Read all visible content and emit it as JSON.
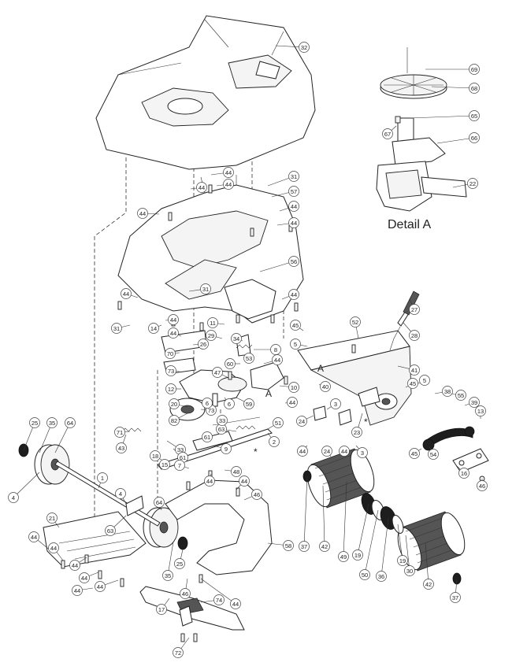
{
  "detail_title": "Detail A",
  "reference_letters": [
    "A",
    "A"
  ],
  "marker_symbols": [
    "*",
    "*"
  ],
  "callouts": [
    {
      "label": "32"
    },
    {
      "label": "69"
    },
    {
      "label": "68"
    },
    {
      "label": "65"
    },
    {
      "label": "67"
    },
    {
      "label": "66"
    },
    {
      "label": "22"
    },
    {
      "label": "44"
    },
    {
      "label": "44"
    },
    {
      "label": "44"
    },
    {
      "label": "31"
    },
    {
      "label": "57"
    },
    {
      "label": "44"
    },
    {
      "label": "44"
    },
    {
      "label": "44"
    },
    {
      "label": "56"
    },
    {
      "label": "44"
    },
    {
      "label": "31"
    },
    {
      "label": "44"
    },
    {
      "label": "44"
    },
    {
      "label": "31"
    },
    {
      "label": "14"
    },
    {
      "label": "44"
    },
    {
      "label": "11"
    },
    {
      "label": "29"
    },
    {
      "label": "34"
    },
    {
      "label": "45"
    },
    {
      "label": "5"
    },
    {
      "label": "52"
    },
    {
      "label": "27"
    },
    {
      "label": "28"
    },
    {
      "label": "70"
    },
    {
      "label": "26"
    },
    {
      "label": "8"
    },
    {
      "label": "60"
    },
    {
      "label": "53"
    },
    {
      "label": "44"
    },
    {
      "label": "73"
    },
    {
      "label": "47"
    },
    {
      "label": "41"
    },
    {
      "label": "12"
    },
    {
      "label": "59"
    },
    {
      "label": "6"
    },
    {
      "label": "10"
    },
    {
      "label": "40"
    },
    {
      "label": "5"
    },
    {
      "label": "45"
    },
    {
      "label": "38"
    },
    {
      "label": "55"
    },
    {
      "label": "39"
    },
    {
      "label": "13"
    },
    {
      "label": "20"
    },
    {
      "label": "73"
    },
    {
      "label": "6"
    },
    {
      "label": "44"
    },
    {
      "label": "82"
    },
    {
      "label": "63"
    },
    {
      "label": "51"
    },
    {
      "label": "71"
    },
    {
      "label": "33"
    },
    {
      "label": "61"
    },
    {
      "label": "3"
    },
    {
      "label": "24"
    },
    {
      "label": "44"
    },
    {
      "label": "23"
    },
    {
      "label": "54"
    },
    {
      "label": "45"
    },
    {
      "label": "24"
    },
    {
      "label": "44"
    },
    {
      "label": "3"
    },
    {
      "label": "16"
    },
    {
      "label": "46"
    },
    {
      "label": "25"
    },
    {
      "label": "35"
    },
    {
      "label": "64"
    },
    {
      "label": "43"
    },
    {
      "label": "33"
    },
    {
      "label": "61"
    },
    {
      "label": "9"
    },
    {
      "label": "2"
    },
    {
      "label": "18"
    },
    {
      "label": "15"
    },
    {
      "label": "7"
    },
    {
      "label": "48"
    },
    {
      "label": "44"
    },
    {
      "label": "44"
    },
    {
      "label": "4"
    },
    {
      "label": "1"
    },
    {
      "label": "4"
    },
    {
      "label": "37"
    },
    {
      "label": "42"
    },
    {
      "label": "49"
    },
    {
      "label": "19"
    },
    {
      "label": "50"
    },
    {
      "label": "36"
    },
    {
      "label": "19"
    },
    {
      "label": "30"
    },
    {
      "label": "42"
    },
    {
      "label": "37"
    },
    {
      "label": "21"
    },
    {
      "label": "63"
    },
    {
      "label": "64"
    },
    {
      "label": "46"
    },
    {
      "label": "58"
    },
    {
      "label": "44"
    },
    {
      "label": "44"
    },
    {
      "label": "44"
    },
    {
      "label": "44"
    },
    {
      "label": "44"
    },
    {
      "label": "44"
    },
    {
      "label": "35"
    },
    {
      "label": "25"
    },
    {
      "label": "46"
    },
    {
      "label": "44"
    },
    {
      "label": "74"
    },
    {
      "label": "17"
    },
    {
      "label": "72"
    }
  ]
}
